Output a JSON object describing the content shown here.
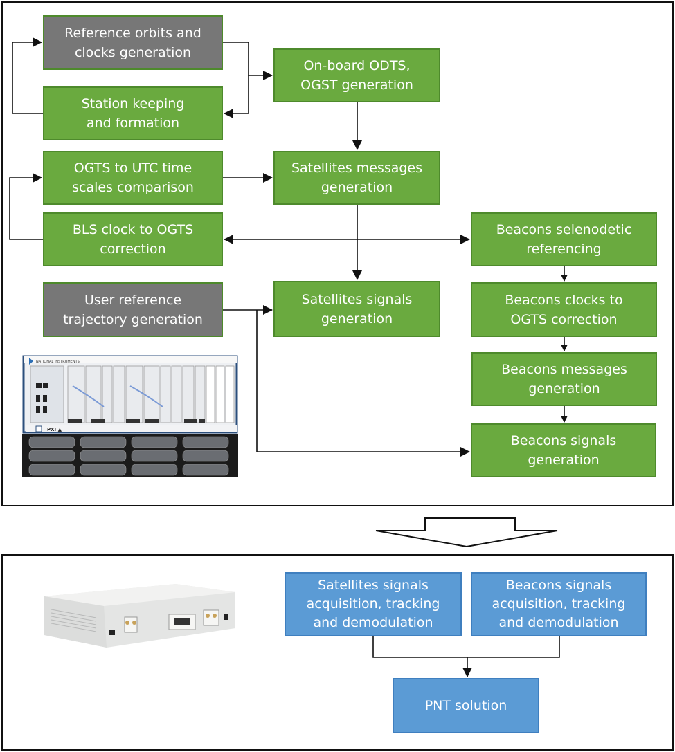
{
  "colors": {
    "green_block": "#6aaa3f",
    "gray_block": "#777777",
    "blue_block": "#5b9bd5",
    "line": "#111111"
  },
  "simulator_panel": {
    "blocks": {
      "reference_orbits": "Reference orbits and\nclocks generation",
      "station_keeping": "Station keeping\nand formation",
      "onboard_odts": "On-board ODTS,\nOGST generation",
      "ogts_to_utc": "OGTS to UTC time\nscales comparison",
      "satellites_messages": "Satellites messages\ngeneration",
      "bls_clock": "BLS clock to OGTS\ncorrection",
      "beacons_selenodetic": "Beacons  selenodetic\nreferencing",
      "user_reference": "User reference\ntrajectory generation",
      "satellites_signals": "Satellites signals\ngeneration",
      "beacons_clocks": "Beacons clocks to\nOGTS correction",
      "beacons_messages": "Beacons messages\ngeneration",
      "beacons_signals": "Beacons signals\ngeneration"
    },
    "device_image": "pxi-chassis-with-storage"
  },
  "receiver_panel": {
    "blocks": {
      "satellites_acquisition": "Satellites signals\nacquisition,  tracking\nand demodulation",
      "beacons_acquisition": "Beacons signals\nacquisition,  tracking\nand demodulation",
      "pnt_solution": "PNT solution"
    },
    "device_image": "usrp-sdr-receiver"
  }
}
